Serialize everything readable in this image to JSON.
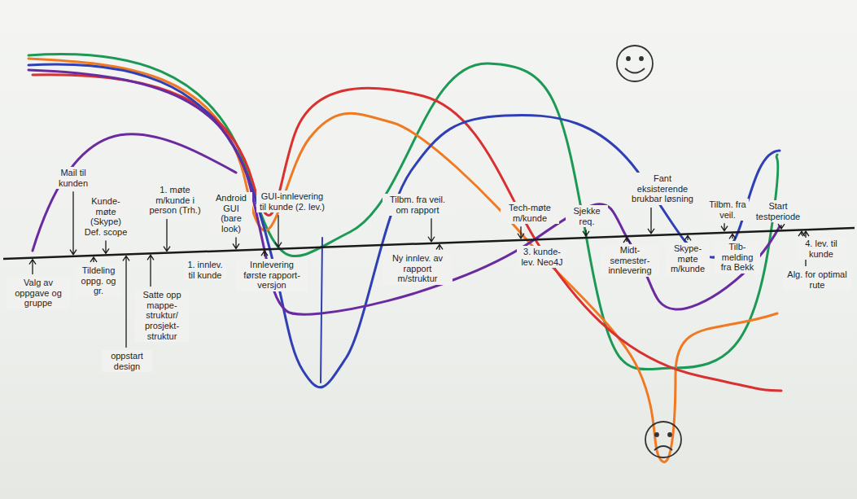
{
  "diagram": {
    "labels": [
      "Mail til kunden",
      "Kunde-møte (Skype) Def. scope",
      "1. møte m/kunde i person (Trh.)",
      "Android GUI (bare look)",
      "GUI-innlevering til kunde (2. lev.)",
      "Tilbm. fra veil. om rapport",
      "Tech-møte m/kunde",
      "Sjekke req.",
      "Fant eksisterende brukbar løsning",
      "Tilbm. fra veil.",
      "Start testperiode",
      "Valg av oppgave og gruppe",
      "Tildeling oppg. og gr.",
      "Satte opp mappe-struktur/ prosjekt-struktur",
      "oppstart design",
      "1. innlev. til kunde",
      "Innlevering første rapport-versjon",
      "Ny innlev. av rapport m/struktur",
      "3. kunde-lev. Neo4J",
      "Midt-semester-innlevering",
      "Skype-møte m/kunde",
      "Tilb-melding fra Bekk",
      "4. lev. til kunde",
      "Alg. for optimal rute"
    ]
  }
}
